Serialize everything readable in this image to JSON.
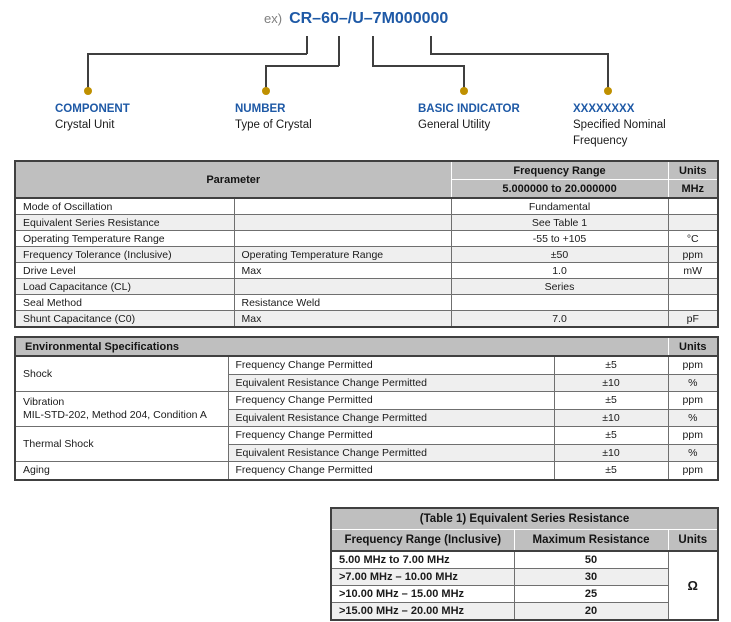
{
  "colors": {
    "accent_blue": "#1E59A6",
    "marker_gold": "#BF9000",
    "header_gray": "#BFBFBF",
    "stripe_gray": "#EFEFEF"
  },
  "part": {
    "prefix": "ex)",
    "code": "CR–60–/U–7M000000",
    "segments": [
      {
        "label": "COMPONENT",
        "desc": "Crystal Unit"
      },
      {
        "label": "NUMBER",
        "desc": "Type of Crystal"
      },
      {
        "label": "BASIC INDICATOR",
        "desc": "General Utility"
      },
      {
        "label": "XXXXXXXX",
        "desc": "Specified Nominal Frequency"
      }
    ]
  },
  "main_table": {
    "header": {
      "parameter": "Parameter",
      "freq_range": "Frequency Range",
      "freq_value": "5.000000 to 20.000000",
      "units": "Units",
      "units_value": "MHz"
    },
    "rows": [
      {
        "param": "Mode of Oscillation",
        "cond": "",
        "value": "Fundamental",
        "unit": ""
      },
      {
        "param": "Equivalent Series Resistance",
        "cond": "",
        "value": "See Table 1",
        "unit": ""
      },
      {
        "param": "Operating Temperature Range",
        "cond": "",
        "value": "-55 to +105",
        "unit": "°C"
      },
      {
        "param": "Frequency Tolerance (Inclusive)",
        "cond": "Operating Temperature Range",
        "value": "±50",
        "unit": "ppm"
      },
      {
        "param": "Drive Level",
        "cond": "Max",
        "value": "1.0",
        "unit": "mW"
      },
      {
        "param": "Load Capacitance (CL)",
        "cond": "",
        "value": "Series",
        "unit": ""
      },
      {
        "param": "Seal Method",
        "cond": "Resistance Weld",
        "value": "",
        "unit": ""
      },
      {
        "param": "Shunt Capacitance (C0)",
        "cond": "Max",
        "value": "7.0",
        "unit": "pF"
      }
    ]
  },
  "env_table": {
    "title": "Environmental Specifications",
    "units_label": "Units",
    "groups": [
      {
        "name": "Shock",
        "name2": "",
        "rows": [
          {
            "test": "Frequency Change Permitted",
            "value": "±5",
            "unit": "ppm"
          },
          {
            "test": "Equivalent Resistance Change Permitted",
            "value": "±10",
            "unit": "%"
          }
        ]
      },
      {
        "name": "Vibration",
        "name2": "MIL-STD-202, Method 204, Condition A",
        "rows": [
          {
            "test": "Frequency Change Permitted",
            "value": "±5",
            "unit": "ppm"
          },
          {
            "test": "Equivalent Resistance Change Permitted",
            "value": "±10",
            "unit": "%"
          }
        ]
      },
      {
        "name": "Thermal Shock",
        "name2": "",
        "rows": [
          {
            "test": "Frequency Change Permitted",
            "value": "±5",
            "unit": "ppm"
          },
          {
            "test": "Equivalent Resistance Change Permitted",
            "value": "±10",
            "unit": "%"
          }
        ]
      },
      {
        "name": "Aging",
        "name2": "",
        "rows": [
          {
            "test": "Frequency Change Permitted",
            "value": "±5",
            "unit": "ppm"
          }
        ]
      }
    ]
  },
  "res_table": {
    "title": "(Table 1) Equivalent Series Resistance",
    "col_range": "Frequency Range (Inclusive)",
    "col_max": "Maximum Resistance",
    "col_units": "Units",
    "unit": "Ω",
    "rows": [
      {
        "range": "5.00 MHz to 7.00 MHz",
        "value": "50"
      },
      {
        "range": ">7.00 MHz – 10.00 MHz",
        "value": "30"
      },
      {
        "range": ">10.00 MHz – 15.00 MHz",
        "value": "25"
      },
      {
        "range": ">15.00 MHz – 20.00 MHz",
        "value": "20"
      }
    ]
  }
}
